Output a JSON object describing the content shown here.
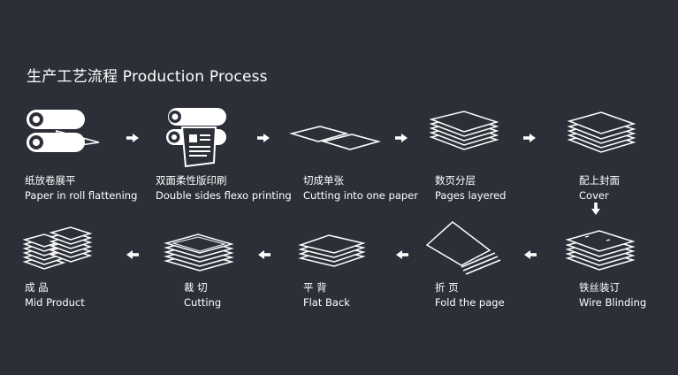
{
  "title": "生产工艺流程  Production Process",
  "row1": [
    {
      "zh": "纸放卷展平",
      "en": "Paper in roll flattening",
      "icon": "paper-roll-icon"
    },
    {
      "zh": "双面柔性版印刷",
      "en": "Double sides flexo printing",
      "icon": "flexo-press-icon"
    },
    {
      "zh": "切成单张",
      "en": "Cutting into one paper",
      "icon": "single-sheets-icon"
    },
    {
      "zh": "数页分层",
      "en": "Pages layered",
      "icon": "paper-stack-icon"
    },
    {
      "zh": "配上封面",
      "en": "Cover",
      "icon": "covered-stack-icon"
    }
  ],
  "row2": [
    {
      "zh": "成 品",
      "en": "Mid Product",
      "icon": "finished-stacks-icon"
    },
    {
      "zh": "裁 切",
      "en": "Cutting",
      "icon": "trimmed-stack-icon"
    },
    {
      "zh": "平 背",
      "en": "Flat Back",
      "icon": "flat-back-icon"
    },
    {
      "zh": "折 页",
      "en": "Fold the page",
      "icon": "folded-pages-icon"
    },
    {
      "zh": "铁丝装订",
      "en": "Wire Blinding",
      "icon": "stapled-stack-icon"
    }
  ],
  "colors": {
    "background": "#2c2f38",
    "foreground": "#ffffff"
  }
}
